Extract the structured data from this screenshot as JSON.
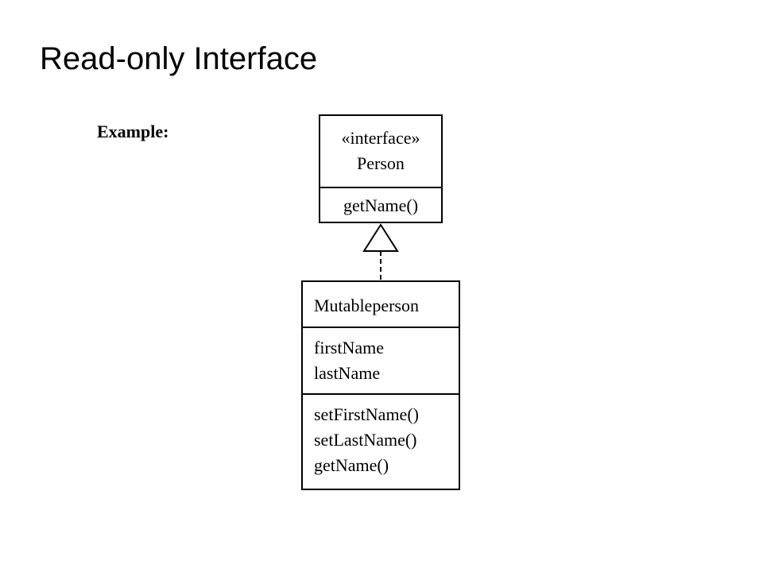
{
  "slide": {
    "title": "Read-only Interface",
    "example_label": "Example:"
  },
  "interface_class": {
    "stereotype": "«interface»",
    "name": "Person",
    "operations": [
      "getName()"
    ]
  },
  "implementing_class": {
    "name": "Mutableperson",
    "attributes": [
      "firstName",
      "lastName"
    ],
    "operations": [
      "setFirstName()",
      "setLastName()",
      "getName()"
    ]
  },
  "relationship": {
    "type": "realization",
    "line_style": "dashed",
    "arrowhead": "hollow-triangle"
  }
}
